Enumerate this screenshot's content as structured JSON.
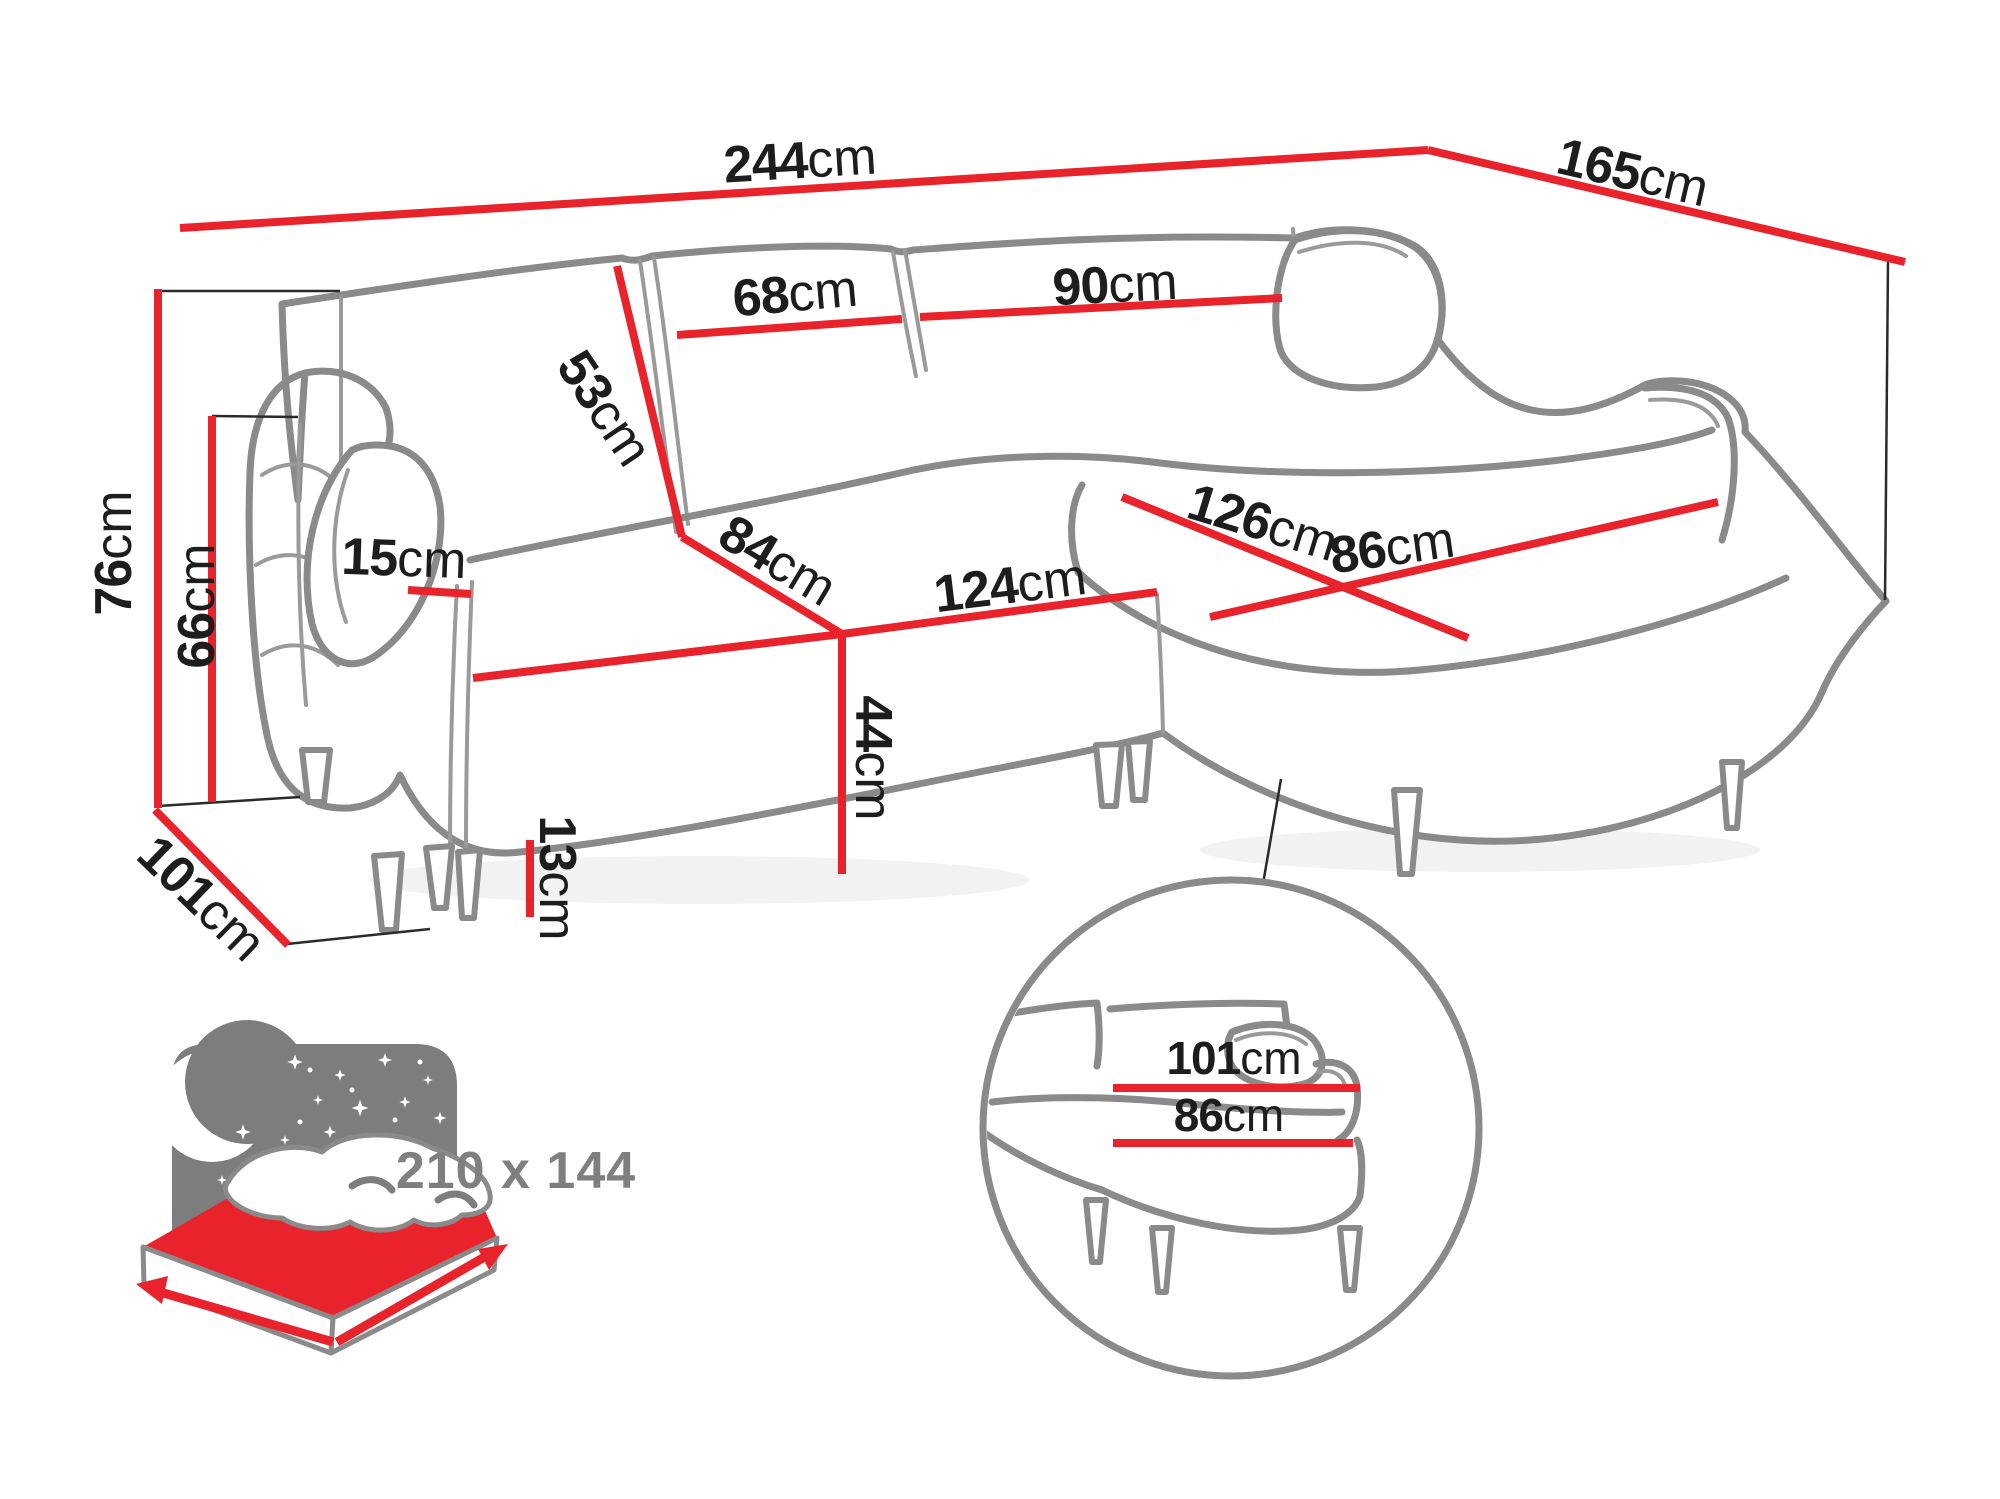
{
  "diagram": {
    "type": "corner-sofa dimension drawing",
    "unit": "cm",
    "colors": {
      "dimension_line": "#e8232b",
      "outline_grey": "#8a8a8a",
      "label_text": "#1d1d1d",
      "muted_grey": "#7f7f7f"
    },
    "dims": {
      "total_width": {
        "value": "244",
        "unit": "cm"
      },
      "total_depth": {
        "value": "165",
        "unit": "cm"
      },
      "height": {
        "value": "76",
        "unit": "cm"
      },
      "arm_height": {
        "value": "66",
        "unit": "cm"
      },
      "arm_cushion": {
        "value": "15",
        "unit": "cm"
      },
      "backrest": {
        "value": "53",
        "unit": "cm"
      },
      "cushion_small": {
        "value": "68",
        "unit": "cm"
      },
      "cushion_large": {
        "value": "90",
        "unit": "cm"
      },
      "seat_depth": {
        "value": "84",
        "unit": "cm"
      },
      "seat_width": {
        "value": "124",
        "unit": "cm"
      },
      "seat_height": {
        "value": "44",
        "unit": "cm"
      },
      "leg_height": {
        "value": "13",
        "unit": "cm"
      },
      "base_depth": {
        "value": "101",
        "unit": "cm"
      },
      "chaise_length": {
        "value": "126",
        "unit": "cm"
      },
      "chaise_width": {
        "value": "86",
        "unit": "cm"
      }
    },
    "inset": {
      "total_width": {
        "value": "101",
        "unit": "cm"
      },
      "seat_width": {
        "value": "86",
        "unit": "cm"
      }
    },
    "sleeping_area": {
      "text": "210 x 144"
    }
  }
}
